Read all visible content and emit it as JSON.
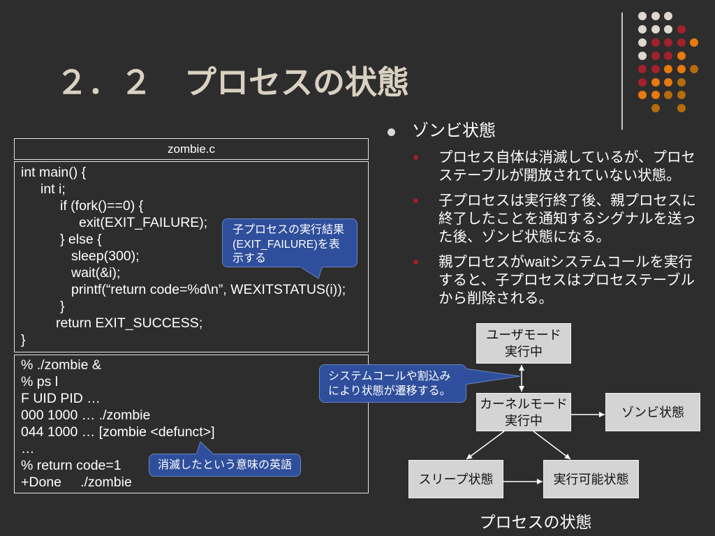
{
  "theme": {
    "background": "#2d2d2d",
    "title_color": "#d9d1c1",
    "text_color": "#ffffff",
    "rule_color": "#c9c9c9",
    "bullet_color": "#d9d9d9",
    "sub_bullet_color": "#a11f2b",
    "frame_color": "#e6e6e6",
    "callout_fill": "#2f4f9c",
    "callout_border": "#6a86c8",
    "box_fill": "#d4d4d4",
    "box_text": "#111111",
    "arrow_color": "#ffffff",
    "decor": {
      "beige": "#ddd8cb",
      "red": "#a3202c",
      "orange": "#e8790e",
      "brown": "#b56c0c"
    }
  },
  "title": "２．２　プロセスの状態",
  "bullets": {
    "main": "ゾンビ状態",
    "sub": [
      {
        "lines": [
          "プロセス自体は消滅しているが、プロセ",
          "ステーブルが開放されていない状態。"
        ]
      },
      {
        "lines": [
          "子プロセスは実行終了後、親プロセスに",
          "終了したことを通知するシグナルを送っ",
          "た後、ゾンビ状態になる。"
        ]
      },
      {
        "lines": [
          "親プロセスがwaitシステムコールを実行",
          "すると、子プロセスはプロセステーブル",
          "から削除される。"
        ]
      }
    ]
  },
  "code_panel": {
    "filename": "zombie.c",
    "code": [
      "int main() {",
      "int i;",
      "if (fork()==0) {",
      "exit(EXIT_FAILURE);",
      "} else {",
      "sleep(300);",
      "wait(&i);",
      "printf(“return code=%d\\n”, WEXITSTATUS(i));",
      "}",
      "return EXIT_SUCCESS;",
      "}"
    ],
    "output": [
      "% ./zombie &",
      "% ps l",
      "F UID PID …",
      "000 1000 … ./zombie",
      "044 1000 … [zombie <defunct>]",
      "…",
      "% return code=1",
      "+Done     ./zombie"
    ]
  },
  "callouts": {
    "exit_failure": [
      "子プロセスの実行結果",
      "(EXIT_FAILURE)を表",
      "示する"
    ],
    "state_transition": [
      "システムコールや割込み",
      "により状態が遷移する。"
    ],
    "defunct": "消滅したという意味の英語"
  },
  "diagram": {
    "nodes": {
      "user_mode": [
        "ユーザモード",
        "実行中"
      ],
      "kernel_mode": [
        "カーネルモード",
        "実行中"
      ],
      "zombie": "ゾンビ状態",
      "sleep": "スリープ状態",
      "runnable": "実行可能状態"
    },
    "caption": "プロセスの状態"
  }
}
